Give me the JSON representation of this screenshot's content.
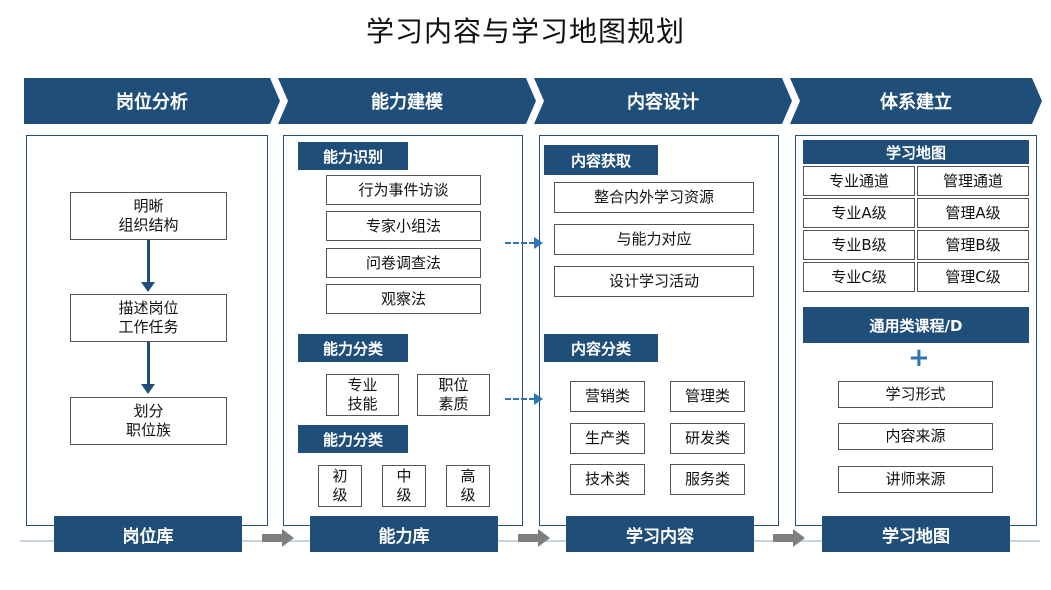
{
  "title": "学习内容与学习地图规划",
  "stages": {
    "s1": "岗位分析",
    "s2": "能力建模",
    "s3": "内容设计",
    "s4": "体系建立"
  },
  "outputs": {
    "o1": "岗位库",
    "o2": "能力库",
    "o3": "学习内容",
    "o4": "学习地图"
  },
  "col1": {
    "step1_line1": "明晰",
    "step1_line2": "组织结构",
    "step2_line1": "描述岗位",
    "step2_line2": "工作任务",
    "step3_line1": "划分",
    "step3_line2": "职位族"
  },
  "col2": {
    "ident_header": "能力识别",
    "methods": [
      "行为事件访谈",
      "专家小组法",
      "问卷调查法",
      "观察法"
    ],
    "class_header1": "能力分类",
    "type1_line1": "专业",
    "type1_line2": "技能",
    "type2_line1": "职位",
    "type2_line2": "素质",
    "class_header2": "能力分类",
    "levels": [
      {
        "l1": "初",
        "l2": "级"
      },
      {
        "l1": "中",
        "l2": "级"
      },
      {
        "l1": "高",
        "l2": "级"
      }
    ]
  },
  "col3": {
    "acquire_header": "内容获取",
    "acquire_items": [
      "整合内外学习资源",
      "与能力对应",
      "设计学习活动"
    ],
    "class_header": "内容分类",
    "class_items": [
      "营销类",
      "管理类",
      "生产类",
      "研发类",
      "技术类",
      "服务类"
    ]
  },
  "col4": {
    "map_header": "学习地图",
    "grid": [
      [
        "专业通道",
        "管理通道"
      ],
      [
        "专业A级",
        "管理A级"
      ],
      [
        "专业B级",
        "管理B级"
      ],
      [
        "专业C级",
        "管理C级"
      ]
    ],
    "general_header": "通用类课程/D",
    "plus": "+",
    "extras": [
      "学习形式",
      "内容来源",
      "讲师来源"
    ]
  },
  "colors": {
    "navy": "#1f4e79",
    "dash_blue": "#2e75b6",
    "grey_arrow": "#7f7f7f"
  }
}
